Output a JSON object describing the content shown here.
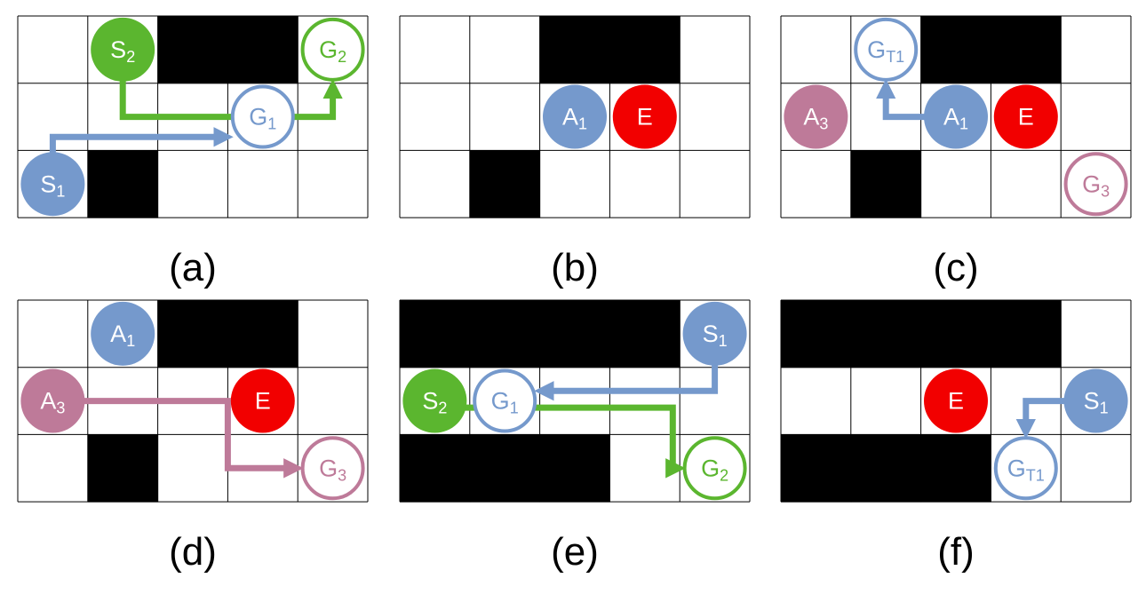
{
  "colors": {
    "blue": "#7599CC",
    "green": "#5BB62F",
    "pink": "#BE7A99",
    "red": "#F20000",
    "wall": "#000000",
    "grid_line": "#000000",
    "text_light": "#FFFFFF"
  },
  "panels": [
    {
      "caption": "(a)",
      "rows": 3,
      "cols": 5,
      "walls": [
        [
          0,
          2
        ],
        [
          0,
          3
        ],
        [
          2,
          1
        ]
      ],
      "tokens": [
        {
          "kind": "filled",
          "color": "green",
          "row": 0,
          "col": 1,
          "main": "S",
          "sub": "2"
        },
        {
          "kind": "ring",
          "color": "green",
          "row": 0,
          "col": 4,
          "main": "G",
          "sub": "2"
        },
        {
          "kind": "ring",
          "color": "blue",
          "row": 1,
          "col": 3,
          "main": "G",
          "sub": "1"
        },
        {
          "kind": "filled",
          "color": "blue",
          "row": 2,
          "col": 0,
          "main": "S",
          "sub": "1"
        }
      ],
      "paths": [
        {
          "color": "green",
          "points": [
            [
              0,
              1
            ],
            [
              1,
              1
            ],
            [
              1,
              4
            ],
            [
              0,
              4
            ]
          ]
        },
        {
          "color": "blue",
          "points": [
            [
              2,
              0
            ],
            [
              1.3,
              0
            ],
            [
              1.3,
              3
            ]
          ]
        }
      ]
    },
    {
      "caption": "(b)",
      "rows": 3,
      "cols": 5,
      "walls": [
        [
          0,
          2
        ],
        [
          0,
          3
        ],
        [
          2,
          1
        ]
      ],
      "tokens": [
        {
          "kind": "filled",
          "color": "blue",
          "row": 1,
          "col": 2,
          "main": "A",
          "sub": "1"
        },
        {
          "kind": "filled",
          "color": "red",
          "row": 1,
          "col": 3,
          "main": "E",
          "sub": ""
        }
      ],
      "paths": []
    },
    {
      "caption": "(c)",
      "rows": 3,
      "cols": 5,
      "walls": [
        [
          0,
          2
        ],
        [
          0,
          3
        ],
        [
          2,
          1
        ]
      ],
      "tokens": [
        {
          "kind": "ring",
          "color": "blue",
          "row": 0,
          "col": 1,
          "main": "G",
          "sub": "T1"
        },
        {
          "kind": "filled",
          "color": "pink",
          "row": 1,
          "col": 0,
          "main": "A",
          "sub": "3"
        },
        {
          "kind": "filled",
          "color": "blue",
          "row": 1,
          "col": 2,
          "main": "A",
          "sub": "1"
        },
        {
          "kind": "filled",
          "color": "red",
          "row": 1,
          "col": 3,
          "main": "E",
          "sub": ""
        },
        {
          "kind": "ring",
          "color": "pink",
          "row": 2,
          "col": 4,
          "main": "G",
          "sub": "3"
        }
      ],
      "paths": [
        {
          "color": "blue",
          "points": [
            [
              1,
              2
            ],
            [
              1,
              1
            ],
            [
              0,
              1
            ]
          ]
        }
      ]
    },
    {
      "caption": "(d)",
      "rows": 3,
      "cols": 5,
      "walls": [
        [
          0,
          2
        ],
        [
          0,
          3
        ],
        [
          2,
          1
        ]
      ],
      "tokens": [
        {
          "kind": "filled",
          "color": "blue",
          "row": 0,
          "col": 1,
          "main": "A",
          "sub": "1"
        },
        {
          "kind": "filled",
          "color": "pink",
          "row": 1,
          "col": 0,
          "main": "A",
          "sub": "3"
        },
        {
          "kind": "filled",
          "color": "red",
          "row": 1,
          "col": 3,
          "main": "E",
          "sub": ""
        },
        {
          "kind": "ring",
          "color": "pink",
          "row": 2,
          "col": 4,
          "main": "G",
          "sub": "3"
        }
      ],
      "paths": [
        {
          "color": "pink",
          "points": [
            [
              1,
              0
            ],
            [
              1,
              2.5
            ],
            [
              2,
              2.5
            ],
            [
              2,
              4
            ]
          ]
        }
      ]
    },
    {
      "caption": "(e)",
      "rows": 3,
      "cols": 5,
      "walls": [
        [
          0,
          0
        ],
        [
          0,
          1
        ],
        [
          0,
          2
        ],
        [
          0,
          3
        ],
        [
          2,
          0
        ],
        [
          2,
          1
        ],
        [
          2,
          2
        ]
      ],
      "tokens": [
        {
          "kind": "filled",
          "color": "blue",
          "row": 0,
          "col": 4,
          "main": "S",
          "sub": "1"
        },
        {
          "kind": "filled",
          "color": "green",
          "row": 1,
          "col": 0,
          "main": "S",
          "sub": "2"
        },
        {
          "kind": "ring",
          "color": "blue",
          "row": 1,
          "col": 1,
          "main": "G",
          "sub": "1"
        },
        {
          "kind": "ring",
          "color": "green",
          "row": 2,
          "col": 4,
          "main": "G",
          "sub": "2"
        }
      ],
      "paths": [
        {
          "color": "blue",
          "points": [
            [
              0,
              4
            ],
            [
              0.85,
              4
            ],
            [
              0.85,
              1
            ]
          ]
        },
        {
          "color": "green",
          "points": [
            [
              1,
              0
            ],
            [
              1.1,
              0
            ],
            [
              1.1,
              3.4
            ],
            [
              2,
              3.4
            ],
            [
              2,
              4
            ]
          ]
        }
      ]
    },
    {
      "caption": "(f)",
      "rows": 3,
      "cols": 5,
      "walls": [
        [
          0,
          0
        ],
        [
          0,
          1
        ],
        [
          0,
          2
        ],
        [
          0,
          3
        ],
        [
          2,
          0
        ],
        [
          2,
          1
        ],
        [
          2,
          2
        ]
      ],
      "tokens": [
        {
          "kind": "filled",
          "color": "red",
          "row": 1,
          "col": 2,
          "main": "E",
          "sub": ""
        },
        {
          "kind": "filled",
          "color": "blue",
          "row": 1,
          "col": 4,
          "main": "S",
          "sub": "1"
        },
        {
          "kind": "ring",
          "color": "blue",
          "row": 2,
          "col": 3,
          "main": "G",
          "sub": "T1"
        }
      ],
      "paths": [
        {
          "color": "blue",
          "points": [
            [
              1,
              4
            ],
            [
              1,
              3
            ],
            [
              2,
              3
            ]
          ]
        }
      ]
    }
  ]
}
